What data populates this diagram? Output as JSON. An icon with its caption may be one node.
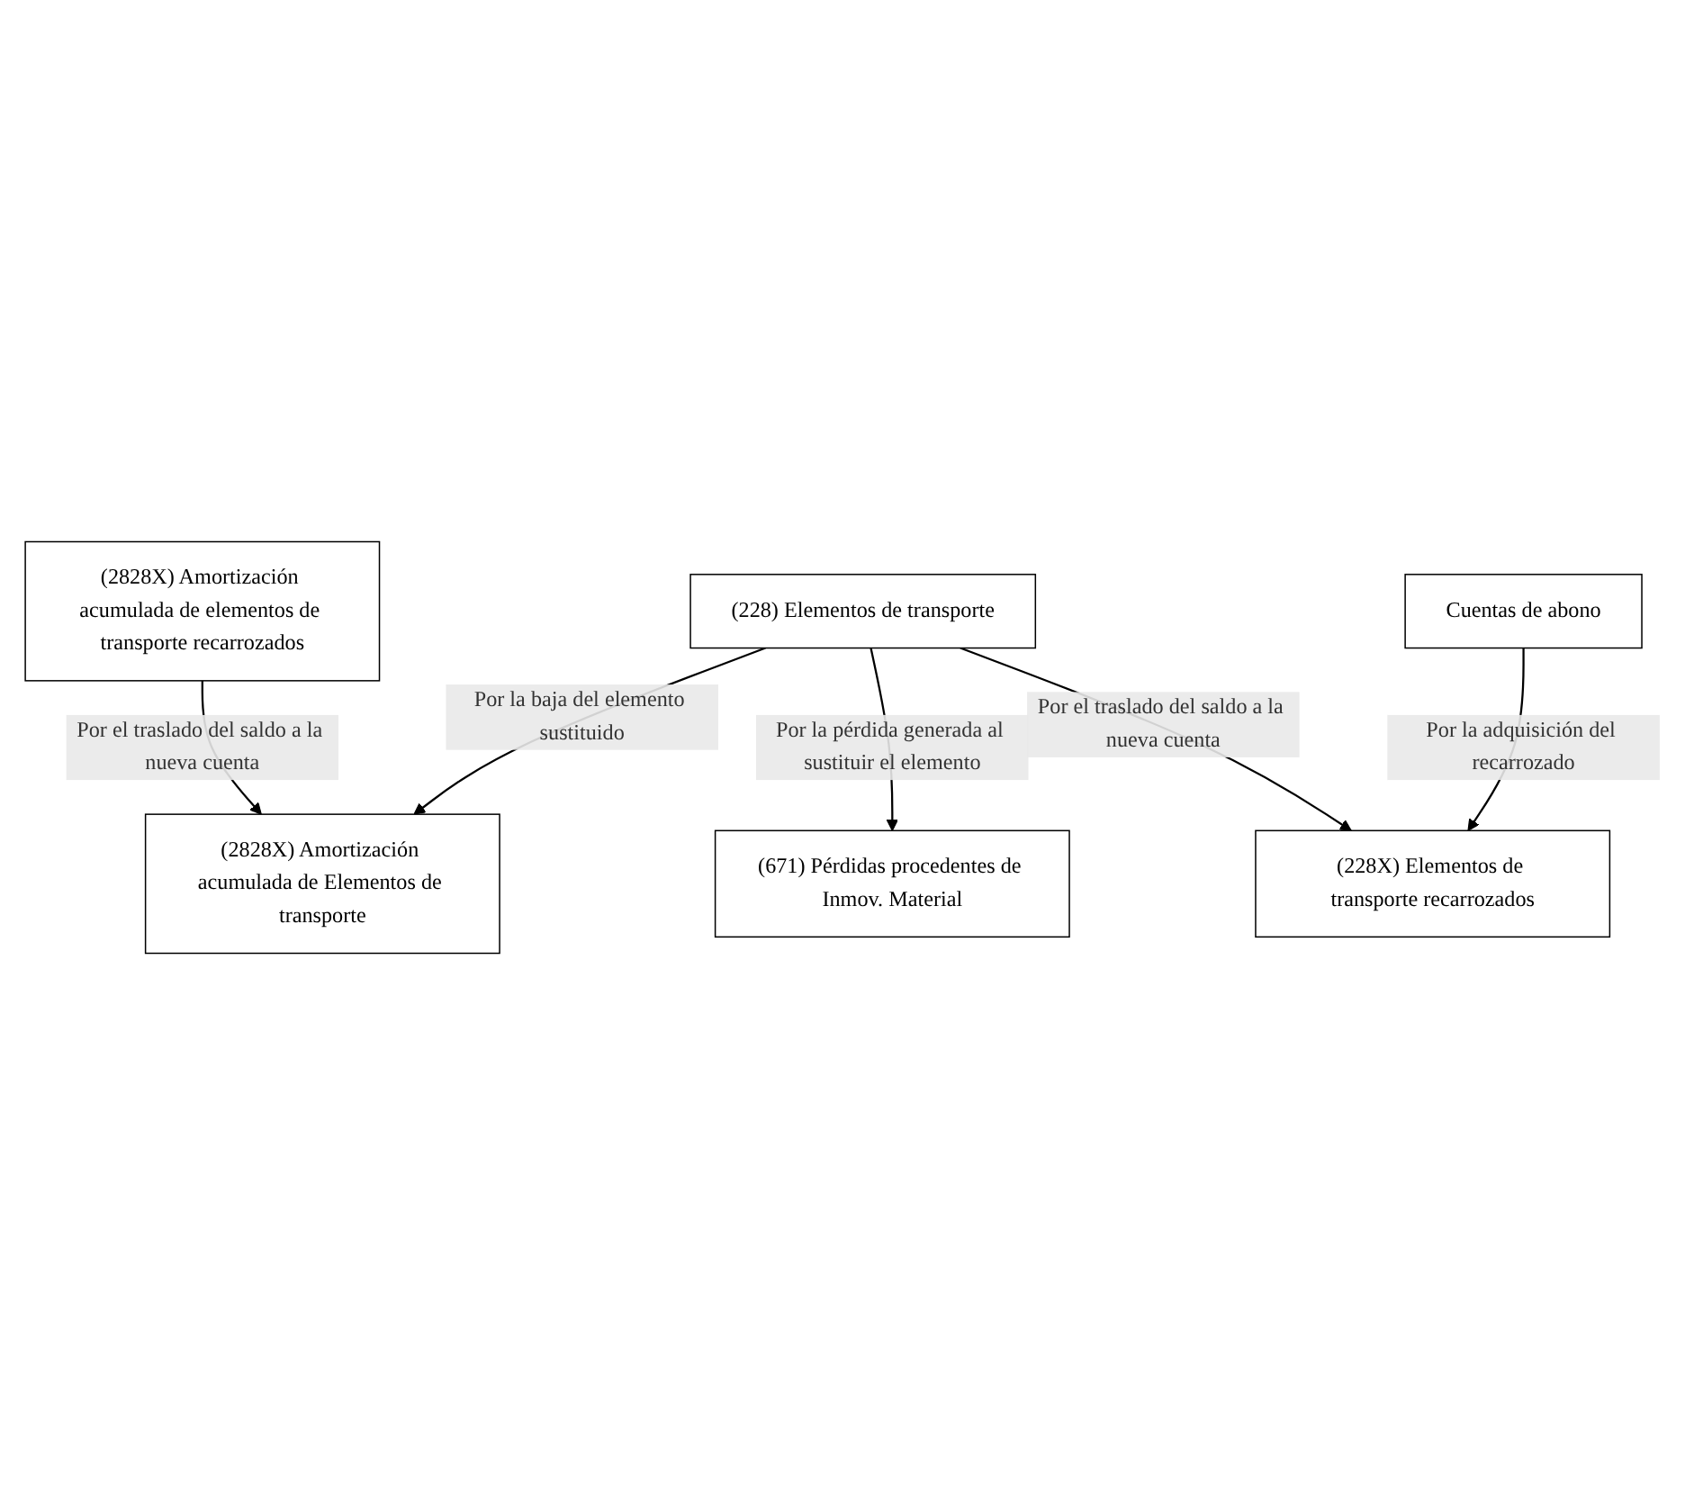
{
  "diagram": {
    "nodes": [
      {
        "text": [
          "(228) Elementos de transporte"
        ]
      },
      {
        "text": [
          "(2828X) Amortización acumulada de Elementos de transporte"
        ]
      },
      {
        "text": [
          "(671) Pérdidas procedentes de Inmov. Material"
        ]
      },
      {
        "text": [
          "(2828X) Amortización acumulada de elementos de transporte recarrozados"
        ]
      },
      {
        "text": [
          "Cuentas de abono"
        ]
      },
      {
        "text": [
          "(228X) Elementos de transporte recarrozados"
        ]
      }
    ],
    "edges": [
      {
        "from": 0,
        "to": 1,
        "arrow": "to",
        "label": "Por la baja del elemento sustituido"
      },
      {
        "from": 0,
        "to": 2,
        "arrow": "to",
        "label": "Por la pérdida generada al sustituir el elemento"
      },
      {
        "from": 0,
        "to": 5,
        "arrow": "to",
        "label": "Por el traslado del saldo a la nueva cuenta"
      },
      {
        "from": 3,
        "to": 1,
        "arrow": "to",
        "label": "Por el traslado del saldo a la nueva cuenta"
      },
      {
        "from": 4,
        "to": 5,
        "arrow": "to",
        "label": "Por la adquisición del recarrozado"
      }
    ]
  }
}
